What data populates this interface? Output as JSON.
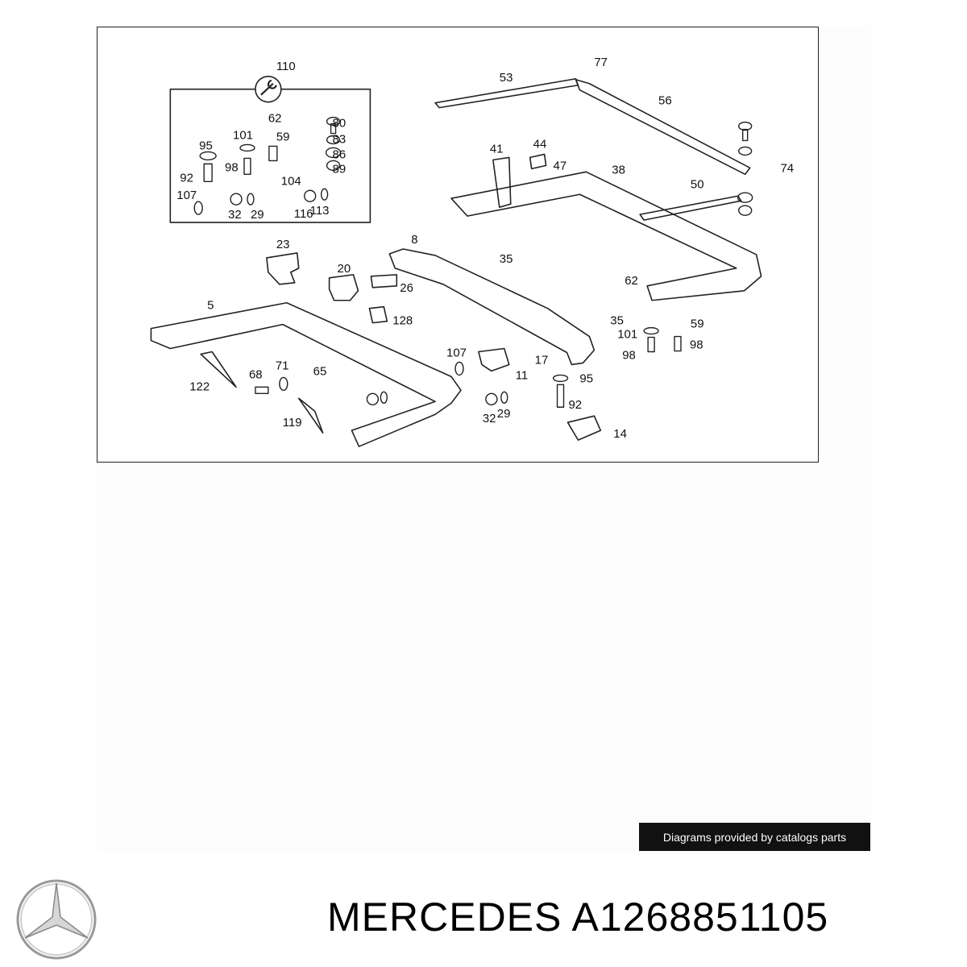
{
  "diagram": {
    "callouts": [
      "110",
      "62",
      "59",
      "101",
      "80",
      "83",
      "86",
      "89",
      "95",
      "98",
      "92",
      "104",
      "107",
      "32",
      "29",
      "116",
      "113",
      "53",
      "77",
      "56",
      "41",
      "44",
      "47",
      "38",
      "50",
      "74",
      "23",
      "20",
      "26",
      "8",
      "35",
      "128",
      "5",
      "122",
      "68",
      "71",
      "65",
      "119",
      "107",
      "11",
      "17",
      "32",
      "29",
      "95",
      "92",
      "14",
      "62",
      "101",
      "59",
      "98",
      "98",
      "35"
    ]
  },
  "footer": {
    "credit": "Diagrams provided by catalogs parts",
    "title": "MERCEDES A1268851105",
    "logo": "mercedes-star-icon"
  }
}
